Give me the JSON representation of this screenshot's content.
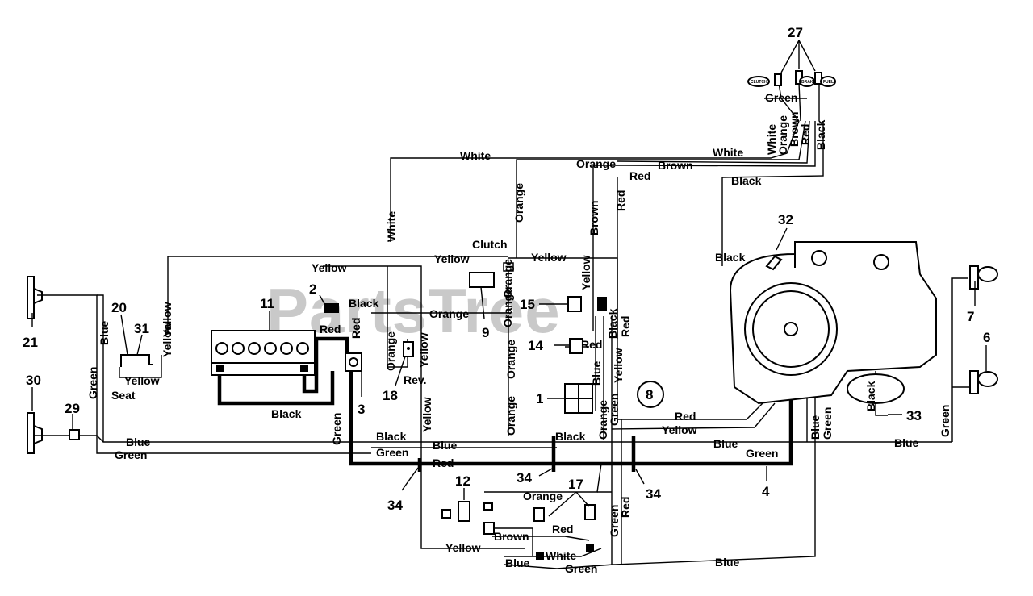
{
  "watermark": "PartsTree",
  "callouts": {
    "c1": "1",
    "c2": "2",
    "c3": "3",
    "c4": "4",
    "c6": "6",
    "c7": "7",
    "c8": "8",
    "c9": "9",
    "c11": "11",
    "c12": "12",
    "c14": "14",
    "c15": "15",
    "c17": "17",
    "c18": "18",
    "c20": "20",
    "c21": "21",
    "c27": "27",
    "c29": "29",
    "c30": "30",
    "c31": "31",
    "c32": "32",
    "c33": "33",
    "c34a": "34",
    "c34b": "34",
    "c34c": "34"
  },
  "labels": {
    "clutch": "Clutch",
    "seat": "Seat",
    "rev": "Rev."
  },
  "switch_tags": {
    "clutch": "CLUTCH",
    "brake": "BRAKE",
    "fuel": "FUEL"
  },
  "wires": {
    "white_top_a": "White",
    "white_top_b": "White",
    "orange_top": "Orange",
    "brown_top": "Brown",
    "red_top": "Red",
    "black_top": "Black",
    "green_27": "Green",
    "white_27": "White",
    "orange_27": "Orange",
    "brown_27": "Brown",
    "red_27": "Red",
    "black_27": "Black",
    "white_vert": "White",
    "orange_vert_top": "Orange",
    "brown_vert": "Brown",
    "red_vert_top": "Red",
    "yellow_h1": "Yellow",
    "yellow_h2": "Yellow",
    "yellow_h3": "Yellow",
    "yellow_vert_20": "Yellow",
    "yellow_vert_31": "Yellow",
    "yellow_seat": "Yellow",
    "blue_left": "Blue",
    "green_left": "Green",
    "black_2": "Black",
    "red_11": "Red",
    "red_3": "Red",
    "orange_h9": "Orange",
    "orange_v1": "Orange",
    "orange_9": "Orange",
    "yellow_15": "Yellow",
    "black_15": "Black",
    "red_15": "Red",
    "red_14": "Red",
    "yellow_14": "Yellow",
    "blue_1": "Blue",
    "green_1": "Green",
    "orange_mid_a": "Orange",
    "orange_mid_b": "Orange",
    "orange_mid_c": "Orange",
    "yellow_18": "Yellow",
    "orange_18": "Orange",
    "black_battery": "Black",
    "green_3": "Green",
    "yellow_34": "Yellow",
    "black_34": "Black",
    "green_34": "Green",
    "blue_34": "Blue",
    "red_34": "Red",
    "black_bus": "Black",
    "orange_bus": "Orange",
    "blue_left_bus": "Blue",
    "green_left_bus": "Green",
    "red_engine": "Red",
    "yellow_engine": "Yellow",
    "blue_right_bus": "Blue",
    "green_right_bus": "Green",
    "blue_engine_v": "Blue",
    "green_engine_v": "Green",
    "blue_far_right": "Blue",
    "green_far_right": "Green",
    "black_33": "Black",
    "black_32": "Black",
    "orange_17": "Orange",
    "red_17": "Red",
    "brown_12": "Brown",
    "yellow_12": "Yellow",
    "white_12": "White",
    "blue_12": "Blue",
    "green_12": "Green",
    "green_17v": "Green",
    "red_17v": "Red",
    "blue_bottom": "Blue"
  },
  "colors": {
    "ink": "#000000",
    "paper": "#ffffff",
    "watermark": "#c9c9c9"
  }
}
